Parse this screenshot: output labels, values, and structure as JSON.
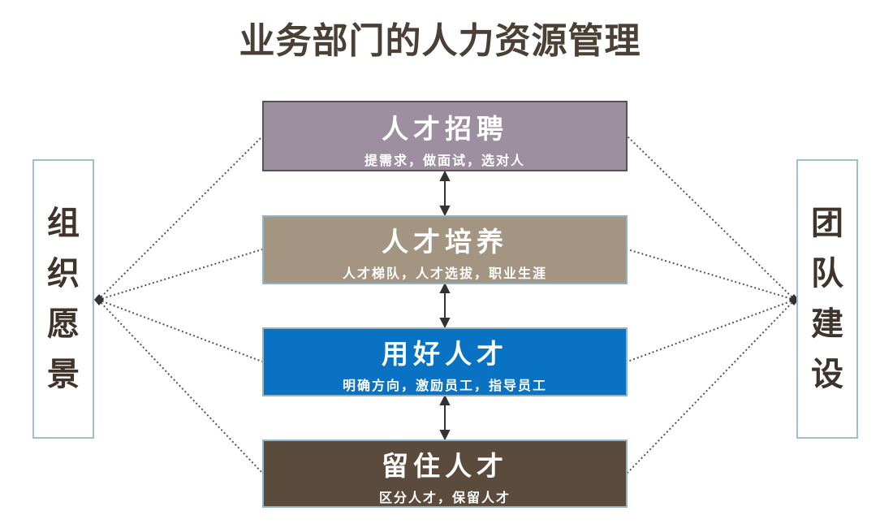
{
  "title": "业务部门的人力资源管理",
  "left_panel": {
    "chars": [
      "组",
      "织",
      "愿",
      "景"
    ]
  },
  "right_panel": {
    "chars": [
      "团",
      "队",
      "建",
      "设"
    ]
  },
  "boxes": [
    {
      "title": "人才招聘",
      "subtitle": "提需求，做面试，选对人",
      "color": "#9d8f9f"
    },
    {
      "title": "人才培养",
      "subtitle": "人才梯队，人才选拔，职业生涯",
      "color": "#a39581"
    },
    {
      "title": "用好人才",
      "subtitle": "明确方向，激励员工，指导员工",
      "color": "#0a72c2"
    },
    {
      "title": "留住人才",
      "subtitle": "区分人才，保留人才",
      "color": "#5b4b3c"
    }
  ]
}
